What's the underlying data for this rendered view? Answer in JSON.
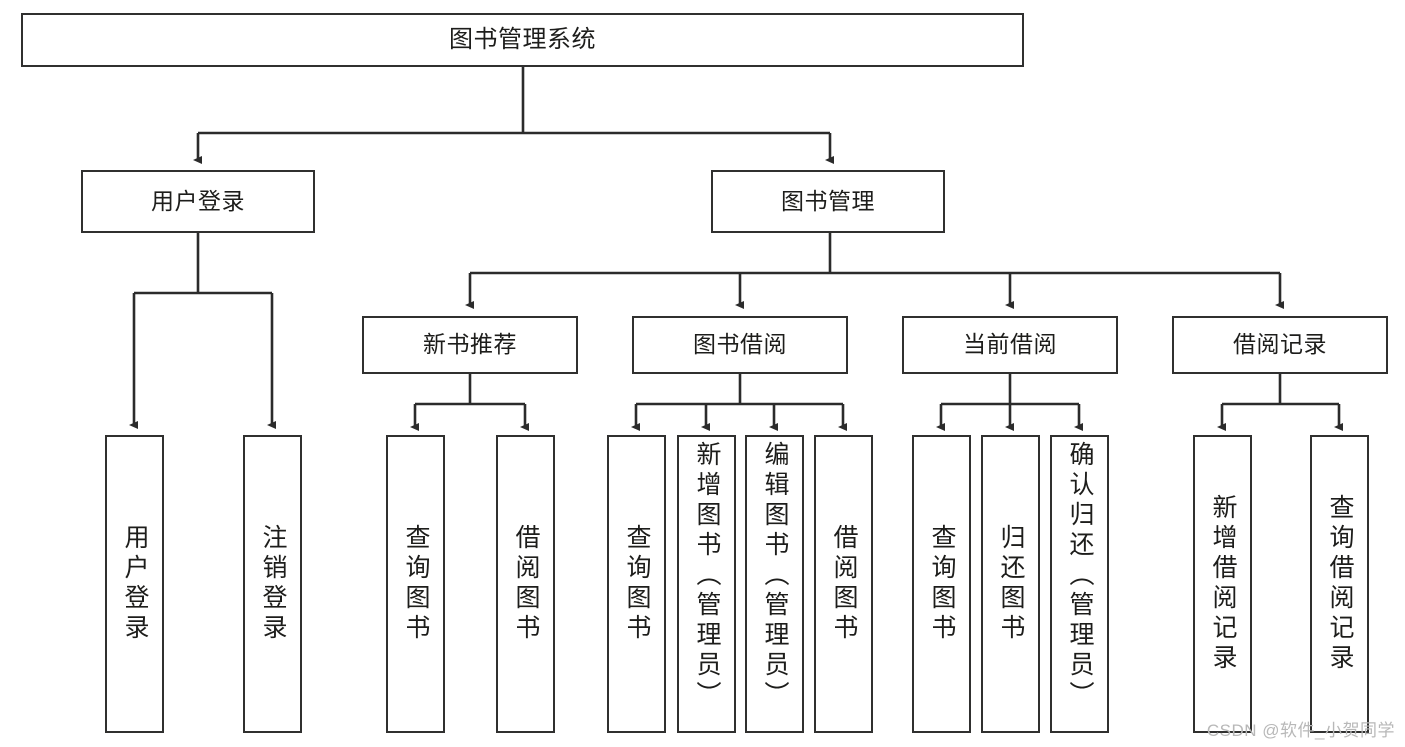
{
  "diagram": {
    "title": "图书管理系统",
    "type": "tree",
    "watermark": "CSDN @软件_小贺同学",
    "colors": {
      "box_border": "#30302f",
      "box_fill": "#ffffff",
      "edge": "#2b2b2b",
      "text": "#1d1d1b",
      "watermark": "#b8b8b8"
    },
    "nodes": {
      "root": {
        "label": "图书管理系统"
      },
      "level2": [
        {
          "id": "user-login",
          "label": "用户登录"
        },
        {
          "id": "book-management",
          "label": "图书管理"
        }
      ],
      "level3": [
        {
          "id": "new-book-recommend",
          "label": "新书推荐"
        },
        {
          "id": "book-borrow",
          "label": "图书借阅"
        },
        {
          "id": "current-borrow",
          "label": "当前借阅"
        },
        {
          "id": "borrow-record",
          "label": "借阅记录"
        }
      ],
      "leaves": {
        "user-login": [
          {
            "id": "leaf-user-login",
            "label": "用户登录"
          },
          {
            "id": "leaf-logout-login",
            "label": "注销登录"
          }
        ],
        "new-book-recommend": [
          {
            "id": "leaf-query-book-1",
            "label": "查询图书"
          },
          {
            "id": "leaf-borrow-book-1",
            "label": "借阅图书"
          }
        ],
        "book-borrow": [
          {
            "id": "leaf-query-book-2",
            "label": "查询图书"
          },
          {
            "id": "leaf-add-book-admin",
            "label": "新增图书（管理员）"
          },
          {
            "id": "leaf-edit-book-admin",
            "label": "编辑图书（管理员）"
          },
          {
            "id": "leaf-borrow-book-2",
            "label": "借阅图书"
          }
        ],
        "current-borrow": [
          {
            "id": "leaf-query-book-3",
            "label": "查询图书"
          },
          {
            "id": "leaf-return-book",
            "label": "归还图书"
          },
          {
            "id": "leaf-confirm-return-admin",
            "label": "确认归还（管理员）"
          }
        ],
        "borrow-record": [
          {
            "id": "leaf-add-borrow-record",
            "label": "新增借阅记录"
          },
          {
            "id": "leaf-query-borrow-record",
            "label": "查询借阅记录"
          }
        ]
      }
    }
  }
}
